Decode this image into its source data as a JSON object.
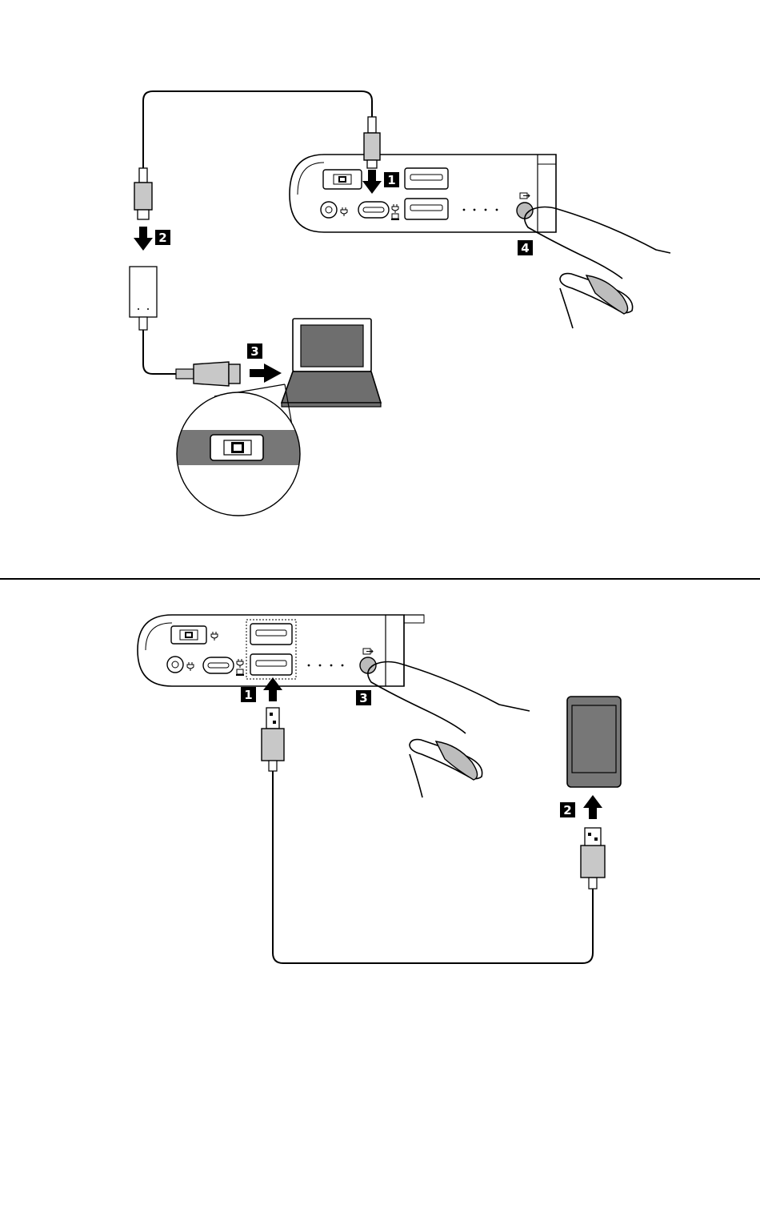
{
  "steps": {
    "top": {
      "s1": "1",
      "s2": "2",
      "s3": "3",
      "s4": "4"
    },
    "bottom": {
      "s1": "1",
      "s2": "2",
      "s3": "3"
    }
  },
  "colors": {
    "ink": "#000000",
    "device_body": "#ffffff",
    "connector_gray": "#c8c8c8",
    "screen_gray": "#777777",
    "laptop_gray": "#6e6e6e",
    "finger_gray": "#bdbdbd",
    "band_gray": "#777777"
  },
  "icons": {
    "power_button": "power-output-icon",
    "dc_in": "plug-icon",
    "usbc": "laptop-plug-icon"
  }
}
